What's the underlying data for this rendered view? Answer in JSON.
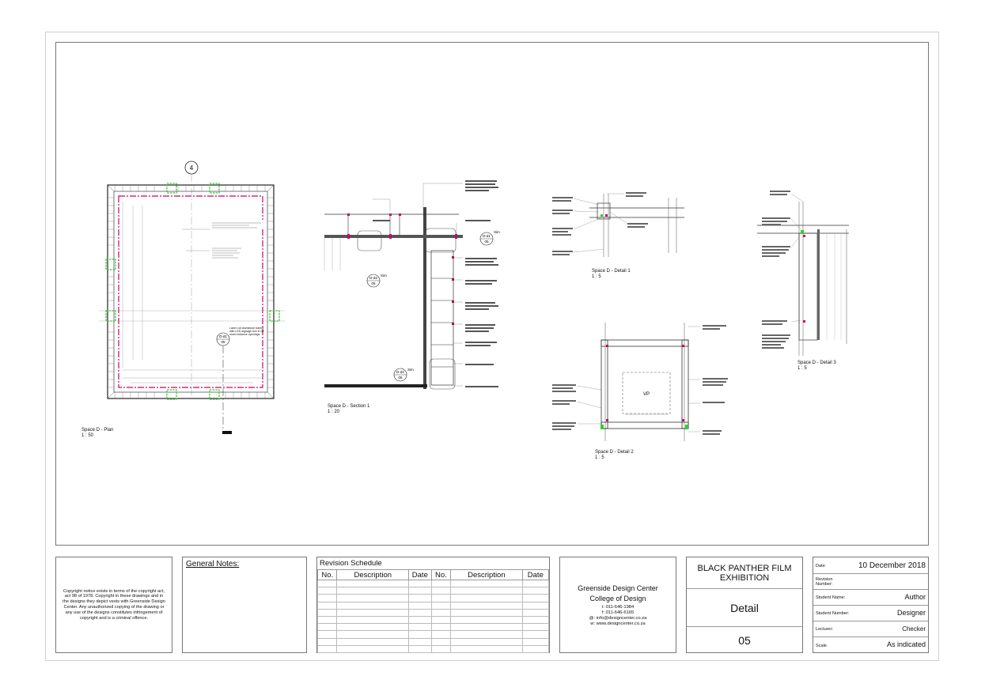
{
  "drawings": {
    "plan": {
      "title": "Space D - Plan",
      "scale": "1 : 50",
      "grid_ref": "4",
      "callout_id": "D-d1",
      "callout_sheet": "05",
      "callout_note": "Laser cut aluminium barrier with LED signage box in off most entrance openings"
    },
    "section": {
      "title": "Space D - Section 1",
      "scale": "1 : 20",
      "callout_d1_id": "D-d1",
      "callout_d1_sheet": "05",
      "callout_d3_id": "D-d3",
      "callout_d3_sheet": "05",
      "callout_d2_id": "D-d2",
      "callout_d2_sheet": "05",
      "sim": "Sim"
    },
    "detail1": {
      "title": "Space D - Detail 1",
      "scale": "1 : 5"
    },
    "detail2": {
      "title": "Space D - Detail 2",
      "scale": "1 : 5",
      "vp": "VP"
    },
    "detail3": {
      "title": "Space D - Detail 3",
      "scale": "1 : 5"
    }
  },
  "title_block": {
    "copyright_text": "Copyright notice exists in terms of the copyright act, act 98 of 1978. Copyright in these drawings and in the designs they depict vests with Greenside Design Center. Any unauthorized copying of the drawing or any use of the designs constitutes infringement of copyright and is a criminal offence.",
    "general_notes_title": "General Notes:",
    "revision_schedule": {
      "title": "Revision Schedule",
      "headers": [
        "No.",
        "Description",
        "Date",
        "No.",
        "Description",
        "Date"
      ]
    },
    "school": {
      "name1": "Greenside Design Center",
      "name2": "College of Design",
      "contact": [
        "t: 011-646-1984",
        "f: 011-646-6165",
        "@: info@designcenter.co.za",
        "w: www.designcenter.co.za"
      ]
    },
    "project_name": "BLACK PANTHER FILM EXHIBITION",
    "sheet_name": "Detail",
    "sheet_number": "05",
    "info": [
      {
        "label": "Date",
        "value": "10 December 2018"
      },
      {
        "label": "Revision Number:",
        "value": ""
      },
      {
        "label": "Student Name:",
        "value": "Author"
      },
      {
        "label": "Student Number:",
        "value": "Designer"
      },
      {
        "label": "Lecturer:",
        "value": "Checker"
      },
      {
        "label": "Scale",
        "value": "As indicated"
      }
    ]
  },
  "colors": {
    "accent_green": "#33cc33",
    "accent_magenta": "#cc0066",
    "line": "#222222"
  }
}
